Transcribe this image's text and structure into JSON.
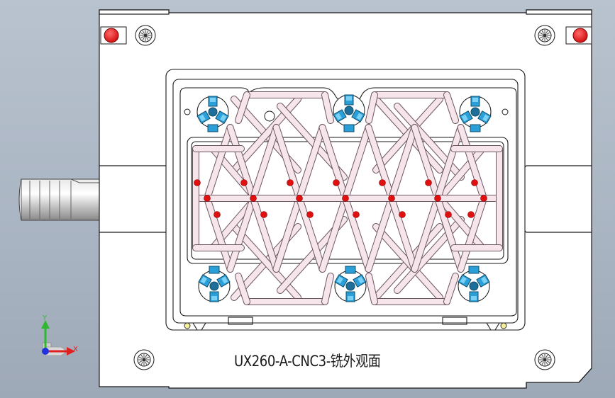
{
  "drawing": {
    "label": "UX260-A-CNC3-铣外观面"
  },
  "triad": {
    "y_label": "Y",
    "x_label": "X"
  },
  "colors": {
    "background": "#aab4c2",
    "plate": "#ffffff",
    "outline": "#1a1a1a",
    "channel": "#f3e4ea",
    "marker_red": "#e01010",
    "fitting_blue": "#2a9fd8",
    "axis_y": "#2fb82f",
    "axis_x": "#e02020",
    "axis_origin": "#2233dd"
  }
}
